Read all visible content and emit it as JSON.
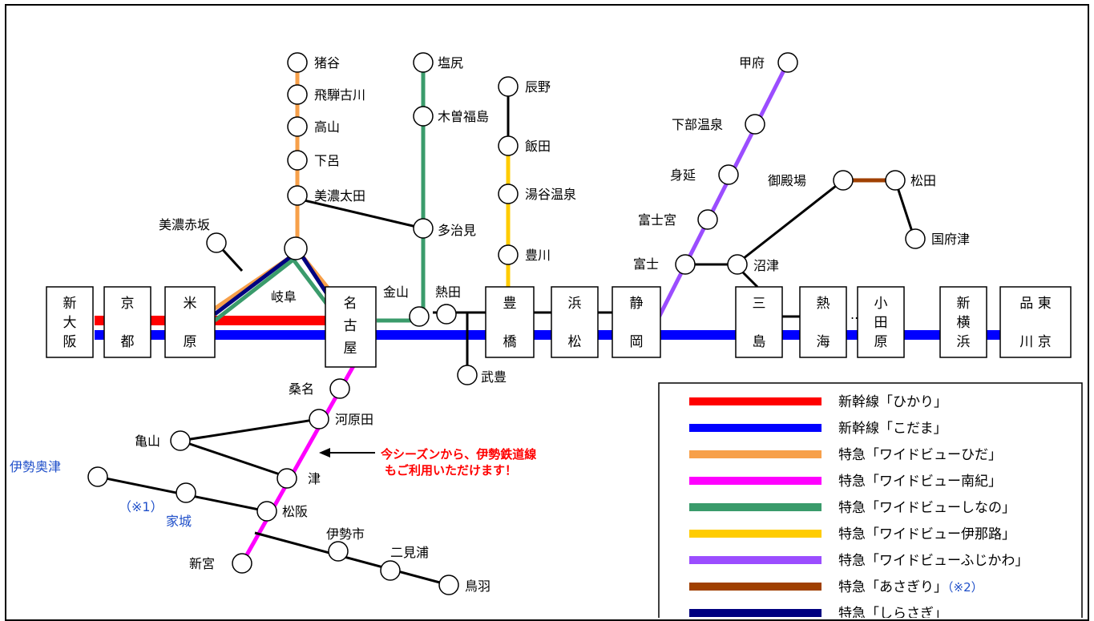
{
  "colors": {
    "hikari": "#ff0000",
    "kodama": "#0000ff",
    "hida": "#f7a04a",
    "nanki": "#ff00ff",
    "shinano": "#3a9b6b",
    "inaji": "#ffcc00",
    "fujikawa": "#9b4dff",
    "asagiri": "#a04000",
    "shirasagi": "#000080",
    "other": "#000000",
    "ise_label": "#1f4fc9",
    "note": "#ff0000"
  },
  "terminal_stations": [
    {
      "name": "新大阪",
      "lines": [
        "新",
        "大",
        "阪"
      ]
    },
    {
      "name": "京都",
      "lines": [
        "京",
        "",
        "都"
      ]
    },
    {
      "name": "米原",
      "lines": [
        "米",
        "",
        "原"
      ]
    },
    {
      "name": "名古屋",
      "lines": [
        "名",
        "古",
        "屋"
      ]
    },
    {
      "name": "豊橋",
      "lines": [
        "豊",
        "",
        "橋"
      ]
    },
    {
      "name": "浜松",
      "lines": [
        "浜",
        "",
        "松"
      ]
    },
    {
      "name": "静岡",
      "lines": [
        "静",
        "",
        "岡"
      ]
    },
    {
      "name": "三島",
      "lines": [
        "三",
        "",
        "島"
      ]
    },
    {
      "name": "熱海",
      "lines": [
        "熱",
        "",
        "海"
      ]
    },
    {
      "name": "小田原",
      "lines": [
        "小",
        "田",
        "原"
      ]
    },
    {
      "name": "新横浜",
      "lines": [
        "新",
        "横",
        "浜"
      ]
    },
    {
      "name": "品川東京",
      "lines": [
        "品 東",
        "",
        "川 京"
      ]
    }
  ],
  "stations": {
    "inotani": "猪谷",
    "hidafurukawa": "飛騨古川",
    "takayama": "高山",
    "gero": "下呂",
    "minoota": "美濃太田",
    "minoakasaka": "美濃赤坂",
    "gifu": "岐阜",
    "shiojiri": "塩尻",
    "kisofukushima": "木曽福島",
    "tajimi": "多治見",
    "tatsuno": "辰野",
    "iida": "飯田",
    "yudanionsen": "湯谷温泉",
    "toyokawa": "豊川",
    "kanayama": "金山",
    "atsuta": "熱田",
    "taketoyo": "武豊",
    "kofu": "甲府",
    "shimobeonsen": "下部温泉",
    "minobu": "身延",
    "fujinomiya": "富士宮",
    "fuji": "富士",
    "numazu": "沼津",
    "gotemba": "御殿場",
    "matsuda": "松田",
    "kozu": "国府津",
    "kuwana": "桑名",
    "kawaharada": "河原田",
    "kameyama": "亀山",
    "tsu": "津",
    "iseokitsu": "伊勢奥津",
    "note1": "（※1）",
    "ieki": "家城",
    "matsusaka": "松阪",
    "iseshi": "伊勢市",
    "futaminoura": "二見浦",
    "toba": "鳥羽",
    "shingu": "新宮",
    "dots": ".."
  },
  "annotation": {
    "line1": "今シーズンから、伊勢鉄道線",
    "line2": "もご利用いただけます！"
  },
  "legend": [
    {
      "label": "新幹線「ひかり」",
      "color": "#ff0000",
      "suffix": ""
    },
    {
      "label": "新幹線「こだま」",
      "color": "#0000ff",
      "suffix": ""
    },
    {
      "label": "特急「ワイドビューひだ」",
      "color": "#f7a04a",
      "suffix": ""
    },
    {
      "label": "特急「ワイドビュー南紀」",
      "color": "#ff00ff",
      "suffix": ""
    },
    {
      "label": "特急「ワイドビューしなの」",
      "color": "#3a9b6b",
      "suffix": ""
    },
    {
      "label": "特急「ワイドビュー伊那路」",
      "color": "#ffcc00",
      "suffix": ""
    },
    {
      "label": "特急「ワイドビューふじかわ」",
      "color": "#9b4dff",
      "suffix": ""
    },
    {
      "label": "特急「あさぎり」",
      "color": "#a04000",
      "suffix": "（※2）"
    },
    {
      "label": "特急「しらさぎ」",
      "color": "#000080",
      "suffix": ""
    }
  ]
}
